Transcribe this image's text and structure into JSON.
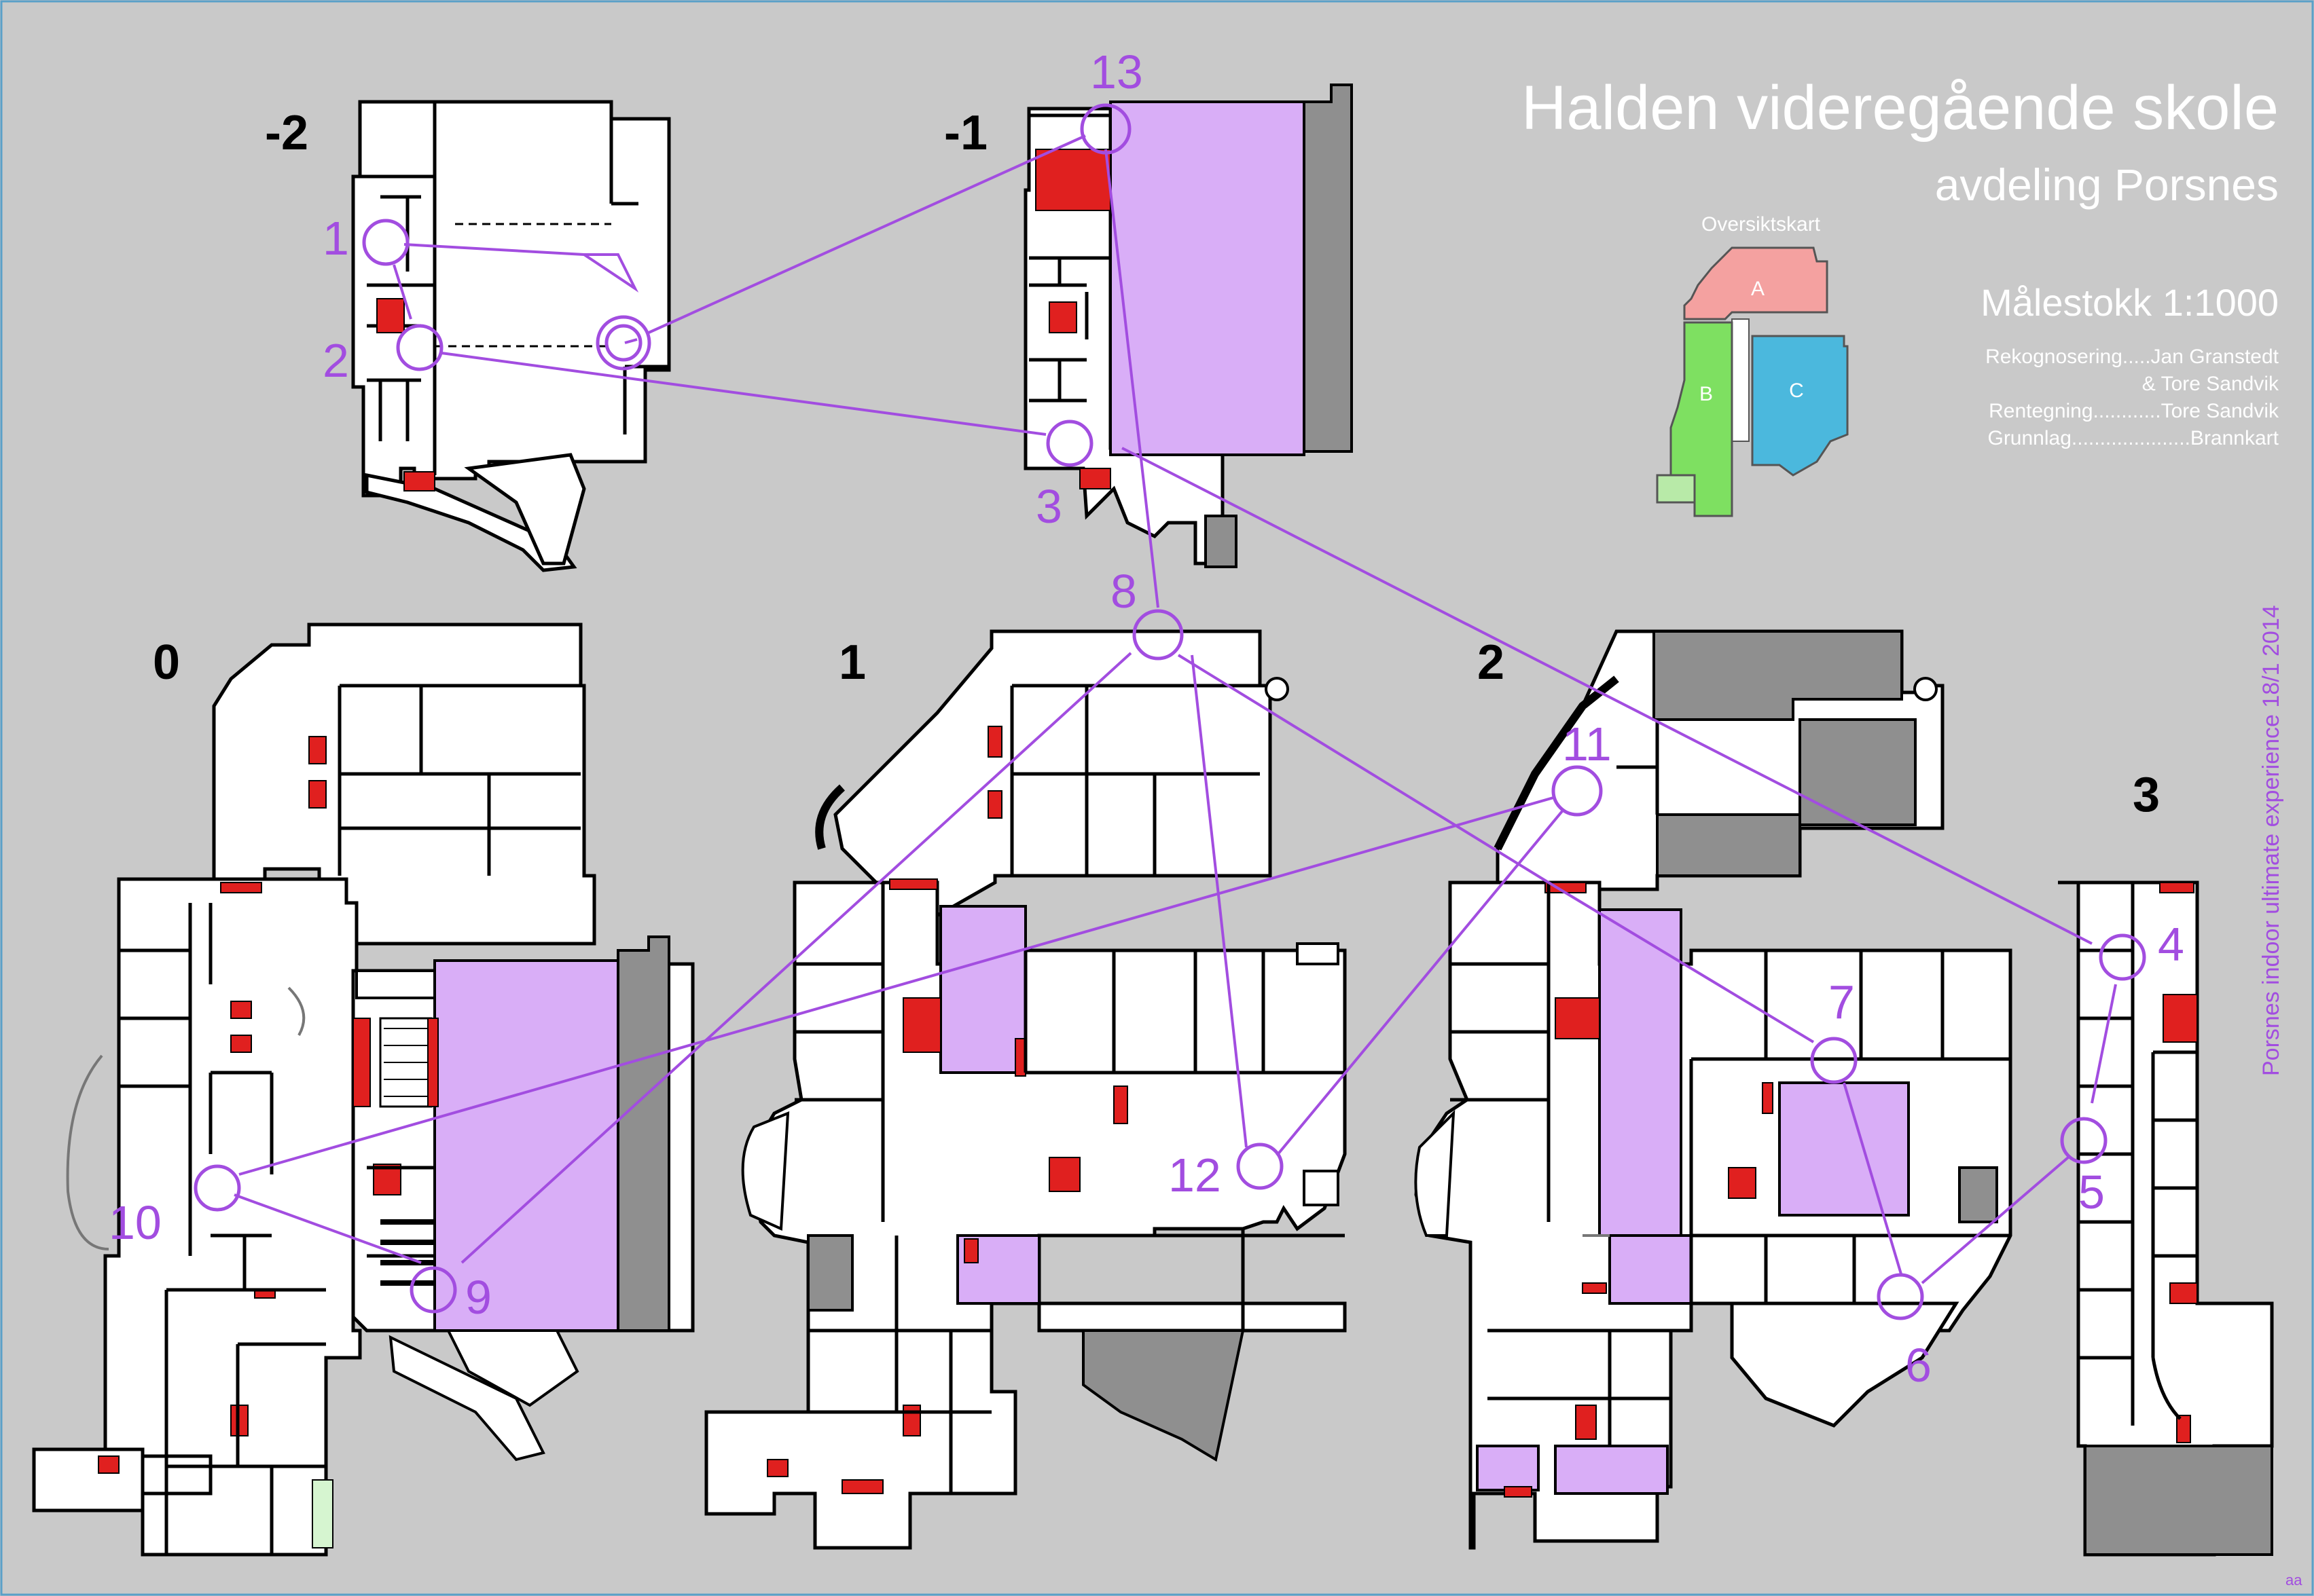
{
  "header": {
    "title": "Halden videregående skole",
    "subtitle": "avdeling Porsnes",
    "scale": "Målestokk 1:1000"
  },
  "credits": {
    "line1": "Rekognosering.....Jan Granstedt",
    "line2": "& Tore Sandvik",
    "line3": "Rentegning............Tore Sandvik",
    "line4": "Grunnlag.....................Brannkart"
  },
  "overview": {
    "title": "Oversiktskart",
    "building_a": "A",
    "building_b": "B",
    "building_c": "C",
    "colors": {
      "a": "#f4a1a0",
      "b": "#7ee061",
      "c": "#4bb8dd",
      "b_annex": "#b8eaa8",
      "gap": "#ffffff"
    }
  },
  "side_text": "Porsnes indoor ultimate experience 18/1 2014",
  "corner_mark": "aa",
  "floors": {
    "m2": "-2",
    "m1": "-1",
    "f0": "0",
    "f1": "1",
    "f2": "2",
    "f3": "3"
  },
  "controls": [
    "1",
    "2",
    "3",
    "4",
    "5",
    "6",
    "7",
    "8",
    "9",
    "10",
    "11",
    "12",
    "13"
  ],
  "colors": {
    "background": "#c9c9c9",
    "route": "#a24de0",
    "sports_hall": "#d9aef7",
    "stairs": "#e0201f",
    "technical": "#8f8f8f"
  }
}
